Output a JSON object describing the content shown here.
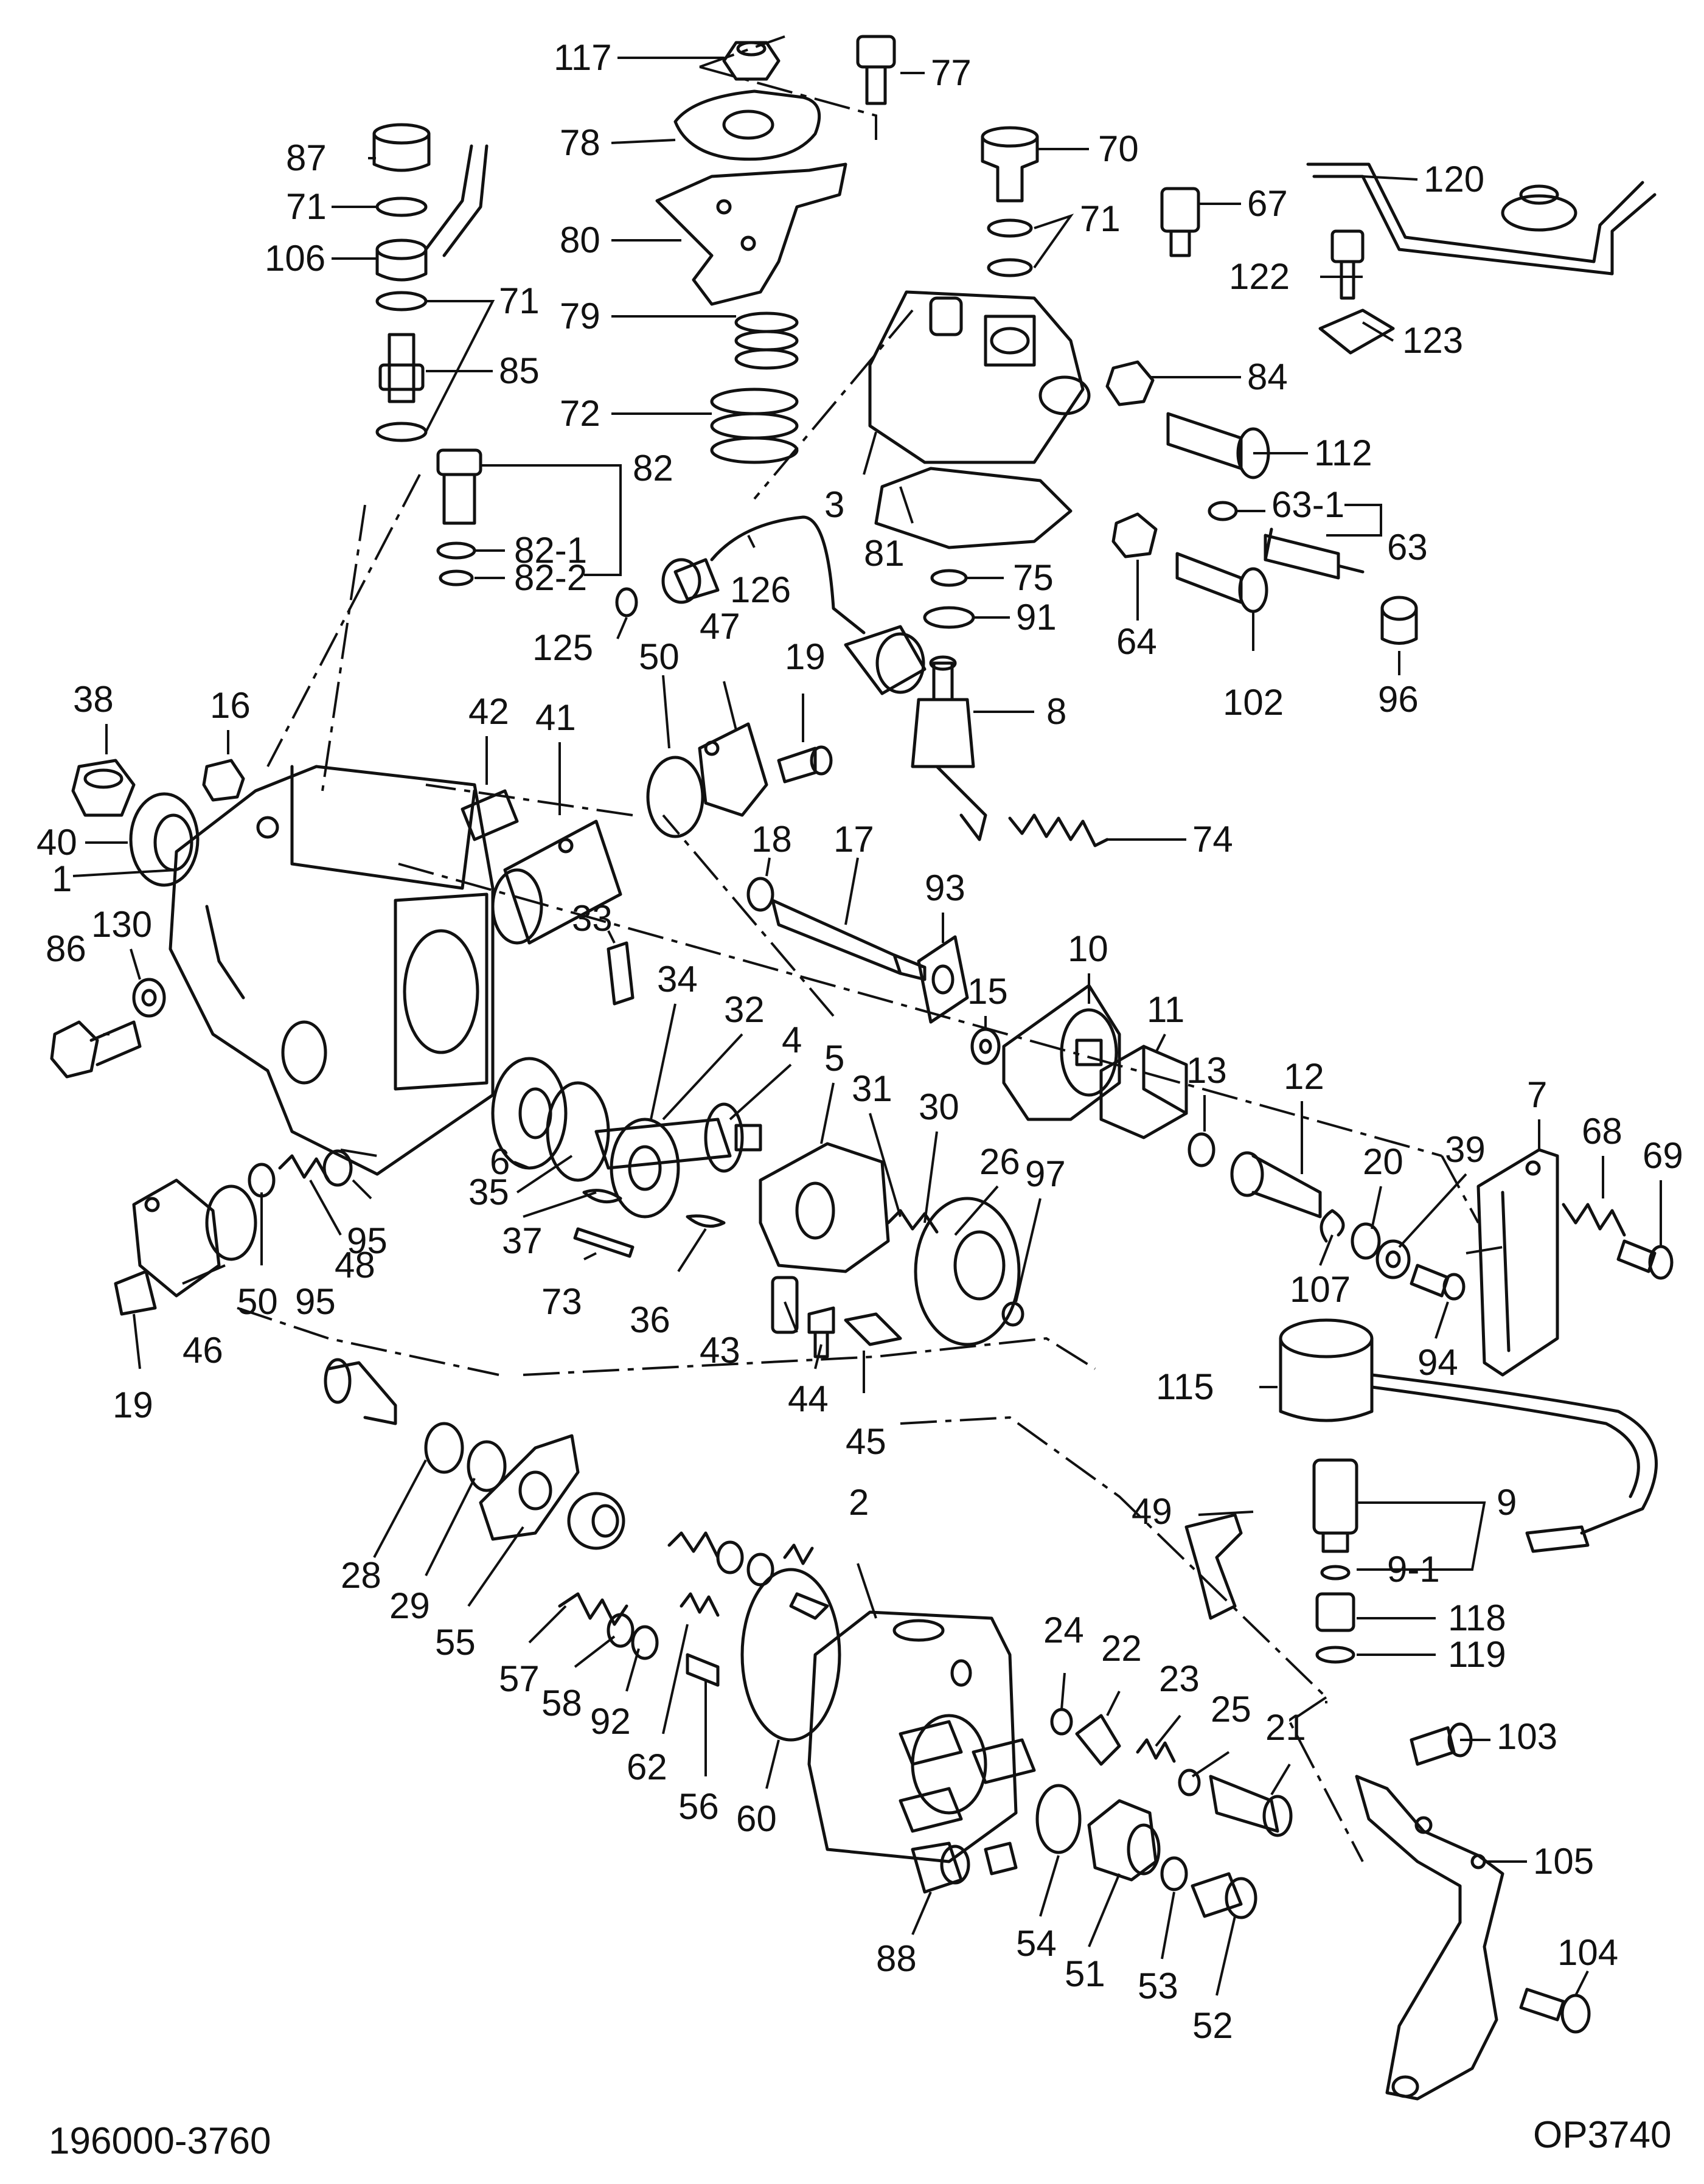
{
  "drawing": {
    "drawing_number": "196000-3760",
    "sheet_code": "OP3740"
  },
  "part_callouts": [
    "117",
    "77",
    "78",
    "80",
    "87",
    "71",
    "106",
    "85",
    "79",
    "72",
    "82",
    "82-1",
    "82-2",
    "70",
    "67",
    "120",
    "122",
    "123",
    "84",
    "112",
    "3",
    "81",
    "63-1",
    "63",
    "75",
    "91",
    "64",
    "102",
    "96",
    "126",
    "125",
    "50",
    "47",
    "19",
    "8",
    "74",
    "38",
    "16",
    "42",
    "41",
    "40",
    "1",
    "130",
    "86",
    "18",
    "17",
    "93",
    "15",
    "10",
    "11",
    "13",
    "12",
    "7",
    "68",
    "69",
    "33",
    "34",
    "32",
    "4",
    "5",
    "31",
    "30",
    "26",
    "97",
    "20",
    "39",
    "107",
    "94",
    "6",
    "35",
    "37",
    "73",
    "36",
    "43",
    "44",
    "45",
    "95",
    "48",
    "46",
    "115",
    "9",
    "9-1",
    "118",
    "119",
    "49",
    "2",
    "28",
    "29",
    "55",
    "57",
    "58",
    "92",
    "62",
    "56",
    "60",
    "24",
    "22",
    "23",
    "25",
    "21",
    "54",
    "51",
    "53",
    "52",
    "88",
    "103",
    "105",
    "104"
  ]
}
